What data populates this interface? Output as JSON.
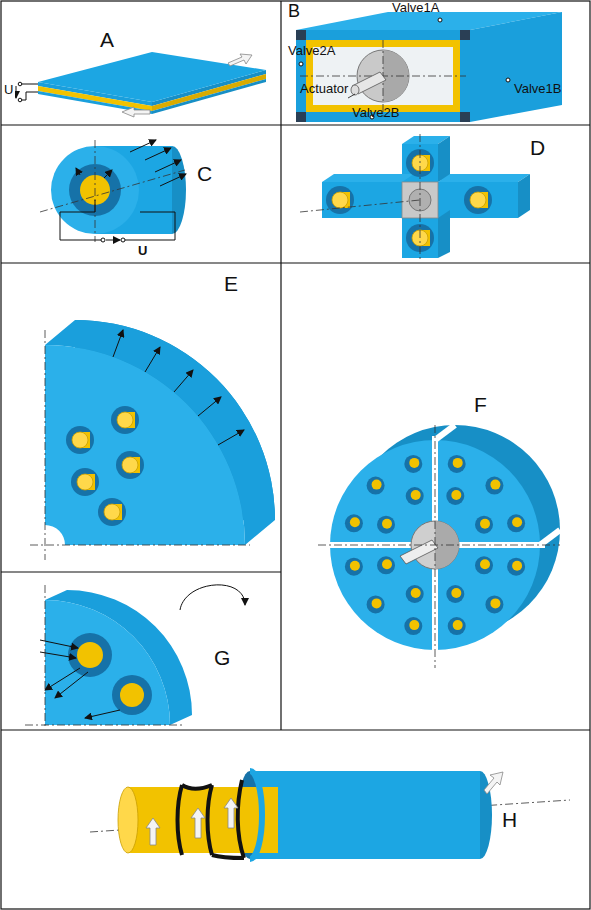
{
  "diagram": {
    "labels": [
      "A",
      "U",
      "B",
      "Valve1A",
      "Valve2A",
      "Actuator",
      "Valve2B",
      "Valve1B",
      "C",
      "U",
      "D",
      "E",
      "F",
      "G",
      "H"
    ]
  }
}
